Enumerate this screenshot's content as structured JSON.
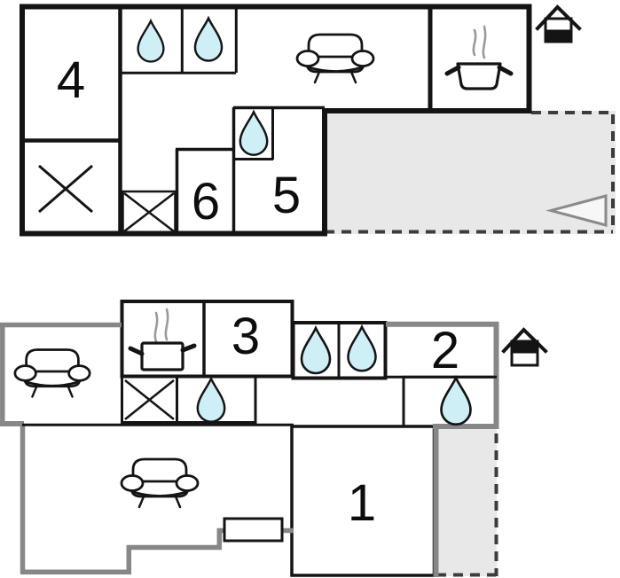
{
  "floorplan": {
    "upper": {
      "rooms": {
        "r4": "4",
        "r6": "6",
        "r5": "5"
      },
      "icons": [
        "water-drop",
        "water-drop",
        "sofa",
        "cooking-pot",
        "water-drop",
        "stairs-cross",
        "window-cross",
        "house-level-indicator-upper",
        "terrace-direction-arrow"
      ]
    },
    "lower": {
      "rooms": {
        "r3": "3",
        "r2": "2",
        "r1": "1"
      },
      "icons": [
        "sofa",
        "cooking-pot",
        "water-drop",
        "water-drop",
        "water-drop",
        "water-drop",
        "stairs-cross",
        "sofa",
        "house-level-indicator-lower"
      ]
    },
    "colors": {
      "wall_black": "#141414",
      "wall_gray": "#878787",
      "terrace_fill": "#e8e8e8",
      "dash_color": "#3c3c3c",
      "water_drop_fill": "#cdeff5",
      "steam_gray": "#9a9a9a",
      "arrow_gray": "#8a8a8a"
    }
  }
}
